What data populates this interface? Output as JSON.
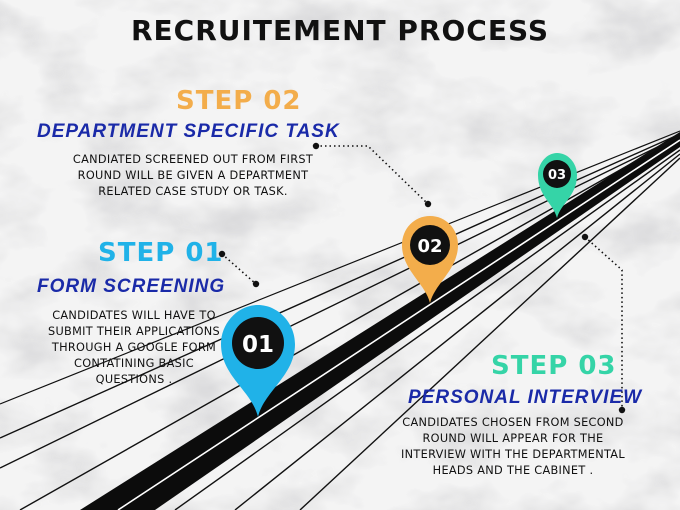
{
  "title": "RECRUITEMENT PROCESS",
  "steps": [
    {
      "number": "STEP 01",
      "pin": "01",
      "title": "FORM SCREENING",
      "description": "CANDIDATES WILL HAVE TO SUBMIT THEIR APPLICATIONS THROUGH A GOOGLE FORM CONTATINING BASIC QUESTIONS .",
      "color": "#20b2e8"
    },
    {
      "number": "STEP 02",
      "pin": "02",
      "title": "DEPARTMENT SPECIFIC TASK",
      "description": "CANDIATED SCREENED OUT FROM FIRST ROUND WILL BE GIVEN  A DEPARTMENT RELATED CASE STUDY OR TASK.",
      "color": "#f3ad4b"
    },
    {
      "number": "STEP 03",
      "pin": "03",
      "title": "PERSONAL INTERVIEW",
      "description": "CANDIDATES CHOSEN FROM SECOND ROUND WILL APPEAR FOR THE INTERVIEW WITH THE DEPARTMENTAL HEADS AND THE CABINET .",
      "color": "#35d4a7"
    }
  ],
  "colors": {
    "title_text": "#1a2aa8",
    "road": "#0c0c0c",
    "background": "#f1f1f1"
  }
}
